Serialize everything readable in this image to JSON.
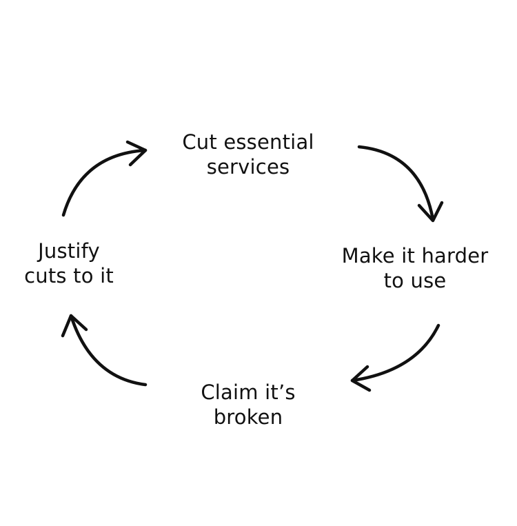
{
  "diagram": {
    "nodes": [
      {
        "id": "top",
        "lines": [
          "Cut essential",
          "services"
        ]
      },
      {
        "id": "right",
        "lines": [
          "Make it harder",
          "to use"
        ]
      },
      {
        "id": "bottom",
        "lines": [
          "Claim it’s",
          "broken"
        ]
      },
      {
        "id": "left",
        "lines": [
          "Justify",
          "cuts to it"
        ]
      }
    ],
    "edges": [
      {
        "from": "top",
        "to": "right"
      },
      {
        "from": "right",
        "to": "bottom"
      },
      {
        "from": "bottom",
        "to": "left"
      },
      {
        "from": "left",
        "to": "top"
      }
    ],
    "colors": {
      "background": "#ffffff",
      "ink": "#111111"
    }
  }
}
